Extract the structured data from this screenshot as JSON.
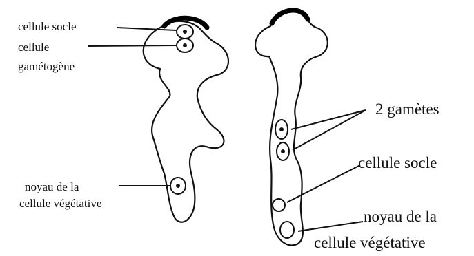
{
  "left_figure": {
    "labels": {
      "cellule_socle": "cellule socle",
      "cellule_gametogene_line1": "cellule",
      "cellule_gametogene_line2": "gamétogène",
      "noyau_line1": "noyau de la",
      "noyau_line2": "cellule végétative"
    }
  },
  "right_figure": {
    "labels": {
      "gametes": "2 gamètes",
      "cellule_socle": "cellule socle",
      "noyau_line1": "noyau de la",
      "noyau_line2": "cellule végétative"
    }
  },
  "colors": {
    "ink": "#111111",
    "background": "#ffffff"
  }
}
